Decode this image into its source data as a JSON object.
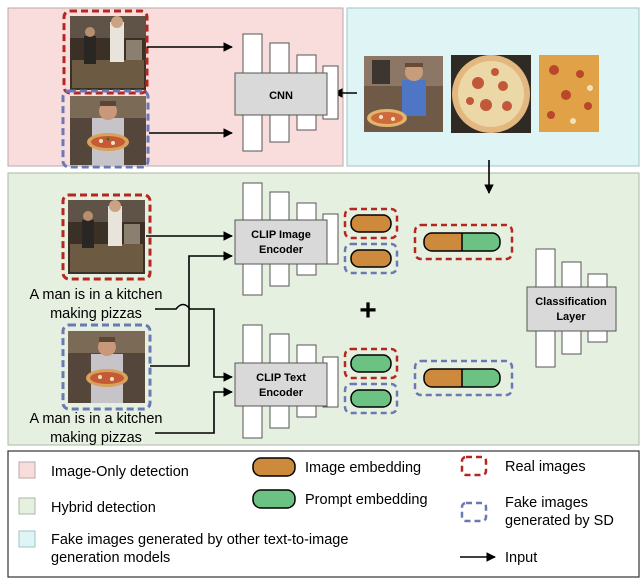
{
  "blocks": {
    "cnn": "CNN",
    "clip_image": [
      "CLIP Image",
      "Encoder"
    ],
    "clip_text": [
      "CLIP Text",
      "Encoder"
    ],
    "classification": [
      "Classification",
      "Layer"
    ]
  },
  "captions": {
    "top": [
      "A man is in a kitchen",
      "making pizzas"
    ],
    "bottom": [
      "A man is in a kitchen",
      "making pizzas"
    ]
  },
  "operator": "+",
  "legend": {
    "image_only": "Image-Only detection",
    "hybrid": "Hybrid detection",
    "other_models": [
      "Fake images generated by other text-to-image",
      "generation models"
    ],
    "image_embedding": "Image embedding",
    "prompt_embedding": "Prompt embedding",
    "real_images": "Real images",
    "fake_sd": [
      "Fake images",
      "generated by SD"
    ],
    "input": "Input"
  },
  "colors": {
    "image_only_bg": "#f9dddc",
    "hybrid_bg": "#e6f0e0",
    "other_models_bg": "#dff4f5",
    "real_border": "#b5261e",
    "fake_border": "#6a78b3",
    "image_embedding": "#cd8a3c",
    "prompt_embedding": "#6cc283",
    "block_fill": "#d9d9d9"
  }
}
